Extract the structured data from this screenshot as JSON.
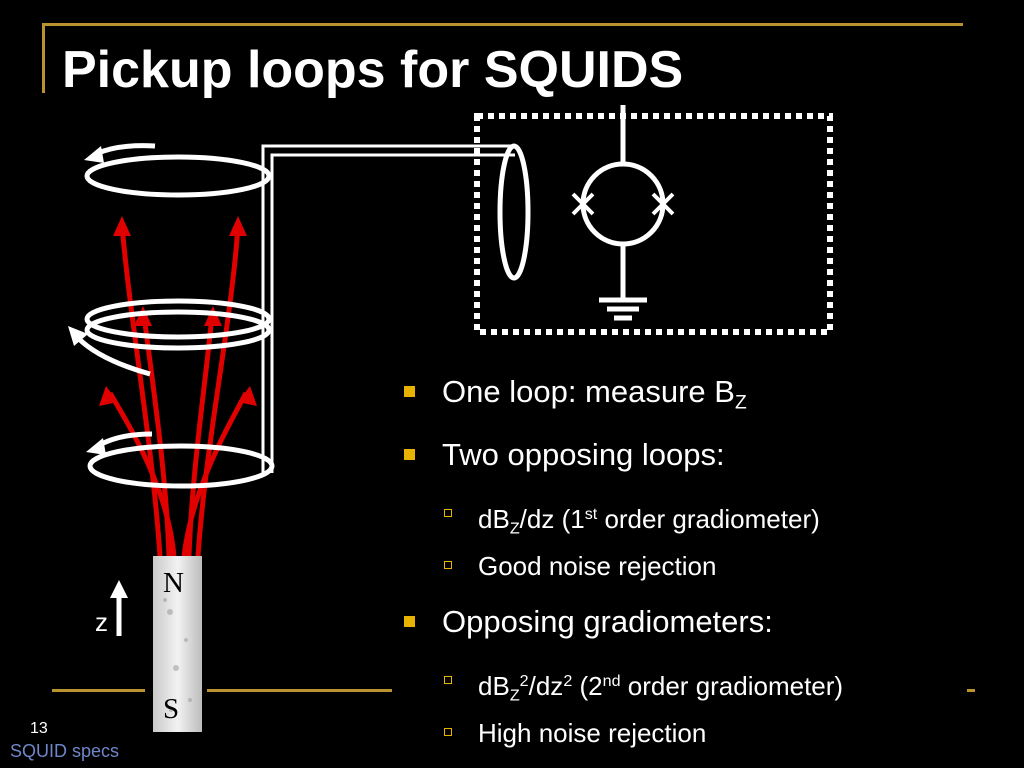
{
  "title": "Pickup loops for SQUIDS",
  "diagram": {
    "magnet": {
      "north_label": "N",
      "south_label": "S"
    },
    "axis_label": "z"
  },
  "bullets": [
    {
      "prefix": "One loop: measure B",
      "sub": "Z",
      "suffix": ""
    },
    {
      "text": "Two opposing loops:"
    }
  ],
  "sub_bullets_1": [
    {
      "a": "dB",
      "sub": "Z",
      "b": "/dz (1",
      "sup": "st",
      "c": " order gradiometer)"
    },
    {
      "text": "Good noise rejection"
    }
  ],
  "bullet3": {
    "text": "Opposing gradiometers:"
  },
  "sub_bullets_2": [
    {
      "a": "dB",
      "sub": "Z",
      "sup1": "2",
      "b": "/dz",
      "sup2": "2",
      "c": " (2",
      "sup3": "nd",
      "d": " order gradiometer)"
    },
    {
      "text": "High noise rejection"
    }
  ],
  "footer": {
    "slide_number": "13",
    "text": "SQUID specs"
  },
  "colors": {
    "accent": "#b8932e",
    "bullet": "#e8b200",
    "field_lines": "#e00000",
    "footer_text": "#6f86c8"
  }
}
